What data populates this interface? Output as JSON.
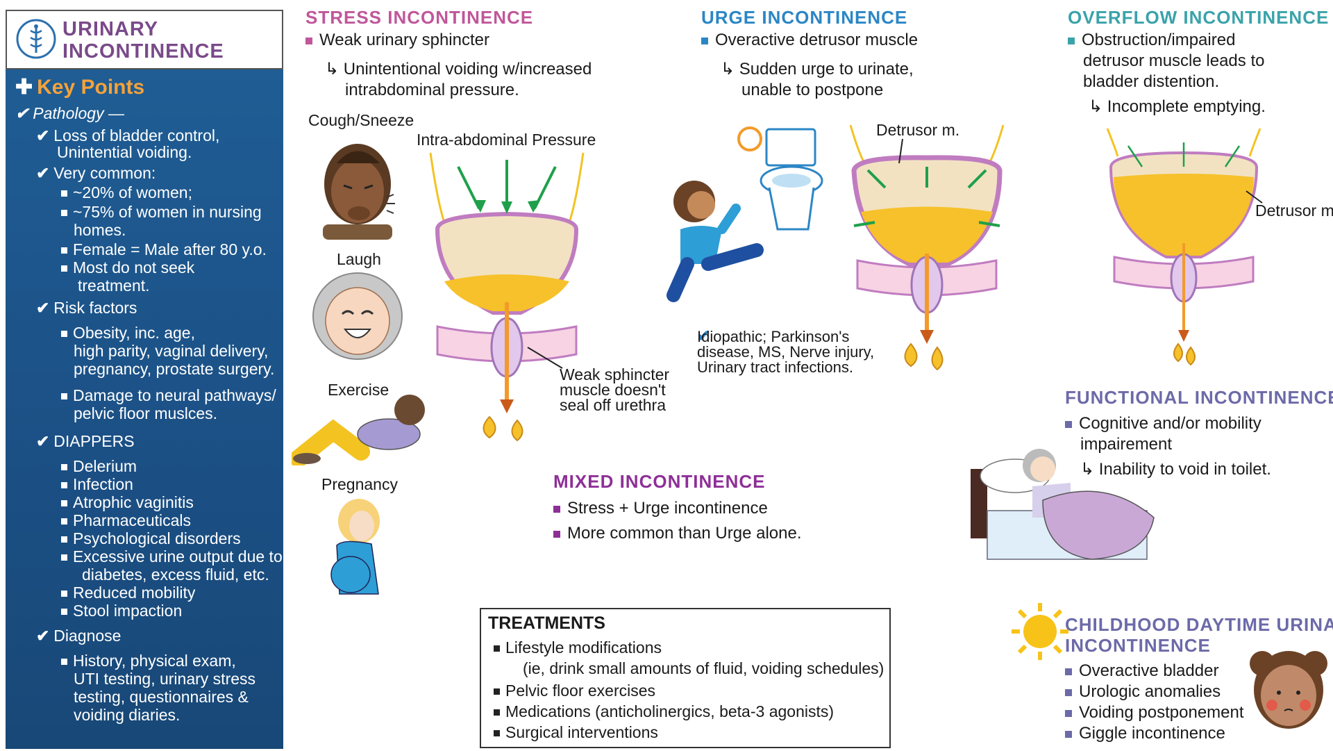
{
  "title": "URINARY INCONTINENCE",
  "colors": {
    "stress": "#c0579a",
    "urge": "#2b86c5",
    "overflow": "#3aa3a9",
    "mixed": "#8e2f97",
    "functional": "#6c6aa8",
    "childhood": "#6c6aa8",
    "sidebar": "#1b4f84",
    "accent": "#f4a23a"
  },
  "sidebar": {
    "heading": "Key Points",
    "pathology": "Pathology —",
    "pathology_items": [
      "Loss of bladder control,",
      "Unintential voiding."
    ],
    "very_common": "Very common:",
    "very_common_items": [
      "~20% of women;",
      "~75% of women in nursing",
      "homes.",
      "Female = Male after 80 y.o.",
      "Most do not seek",
      "treatment."
    ],
    "risk_factors": "Risk factors",
    "risk_items": [
      "Obesity, inc. age,",
      "high parity, vaginal delivery,",
      "pregnancy, prostate surgery.",
      "Damage to neural pathways/",
      "pelvic floor muslces."
    ],
    "diappers": "DIAPPERS",
    "diappers_items": [
      "Delerium",
      "Infection",
      "Atrophic vaginitis",
      "Pharmaceuticals",
      "Psychological disorders",
      "Excessive urine output due to",
      "diabetes, excess fluid, etc.",
      "Reduced mobility",
      "Stool impaction"
    ],
    "diagnose": "Diagnose",
    "diagnose_items": [
      "History, physical exam,",
      "UTI testing, urinary stress",
      "testing, questionnaires &",
      "voiding diaries."
    ]
  },
  "stress": {
    "header": "STRESS INCONTINENCE",
    "line1": "Weak urinary sphincter",
    "line2a": "Unintentional voiding w/increased",
    "line2b": "intrabdominal pressure.",
    "cough": "Cough/Sneeze",
    "laugh": "Laugh",
    "exercise": "Exercise",
    "pregnancy": "Pregnancy",
    "pressure": "Intra-abdominal Pressure",
    "weak_a": "Weak sphincter",
    "weak_b": "muscle doesn't",
    "weak_c": "seal off urethra"
  },
  "urge": {
    "header": "URGE INCONTINENCE",
    "line1": "Overactive detrusor muscle",
    "line2a": "Sudden urge to urinate,",
    "line2b": "unable to postpone",
    "detrusor": "Detrusor m.",
    "cause_a": "Idiopathic; Parkinson's",
    "cause_b": "disease, MS, Nerve injury,",
    "cause_c": "Urinary tract infections."
  },
  "overflow": {
    "header": "OVERFLOW INCONTINENCE",
    "line1a": "Obstruction/impaired",
    "line1b": "detrusor muscle leads to",
    "line1c": "bladder distention.",
    "line2": "Incomplete emptying.",
    "detrusor": "Detrusor m."
  },
  "mixed": {
    "header": "MIXED INCONTINENCE",
    "line1": "Stress + Urge incontinence",
    "line2": "More common than Urge alone."
  },
  "functional": {
    "header": "FUNCTIONAL INCONTINENCE",
    "line1a": "Cognitive and/or mobility",
    "line1b": "impairement",
    "line2": "Inability to void in toilet."
  },
  "childhood": {
    "header_a": "CHILDHOOD DAYTIME URINARY",
    "header_b": "INCONTINENCE",
    "items": [
      "Overactive bladder",
      "Urologic anomalies",
      "Voiding postponement",
      "Giggle incontinence"
    ]
  },
  "treatments": {
    "header": "TREATMENTS",
    "items": [
      "Lifestyle modifications",
      "(ie, drink small amounts of fluid, voiding schedules)",
      "Pelvic floor exercises",
      "Medications (anticholinergics, beta-3 agonists)",
      "Surgical interventions"
    ]
  }
}
